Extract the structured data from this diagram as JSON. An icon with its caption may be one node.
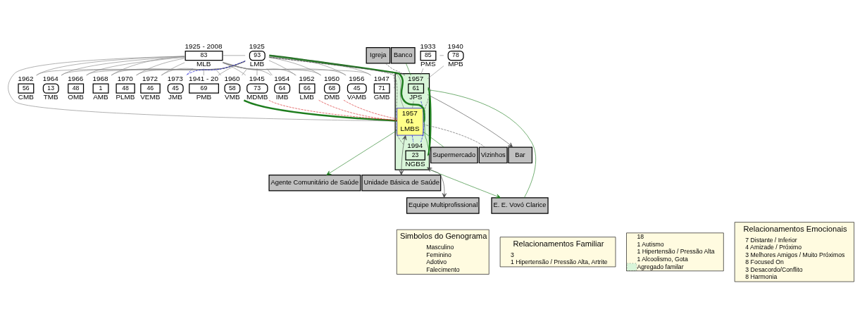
{
  "diagram": {
    "nodes": [
      {
        "text": [
          "85"
        ],
        "beside": [
          "1933",
          "PMS"
        ]
      },
      {
        "text": [
          "78"
        ],
        "beside": [
          "1940",
          "MPB"
        ]
      },
      {
        "text": [
          "83"
        ],
        "beside": [
          "1925 - 2008",
          "MLB"
        ]
      },
      {
        "text": [
          "93"
        ],
        "beside": [
          "1925",
          "LMB"
        ]
      },
      {
        "text": [],
        "shape": "box"
      },
      {
        "text": [
          "61"
        ],
        "beside": [
          "1957",
          "JPS"
        ],
        "in": 4
      },
      {
        "text": [
          "1957",
          "61",
          "LMBS"
        ],
        "in": 4
      },
      {
        "text": [
          "23"
        ],
        "beside": [
          "1994",
          "NGBS"
        ],
        "in": 4
      },
      {
        "text": [
          "69"
        ],
        "beside": [
          "1941 - 20",
          "PMB"
        ]
      },
      {
        "text": [
          "73"
        ],
        "beside": [
          "1945",
          "MDMB"
        ]
      },
      {
        "text": [
          "71"
        ],
        "beside": [
          "1947",
          "GMB"
        ]
      },
      {
        "text": [
          "68"
        ],
        "beside": [
          "1950",
          "DMB"
        ]
      },
      {
        "text": [
          "66"
        ],
        "beside": [
          "1952",
          "LMB"
        ]
      },
      {
        "text": [
          "64"
        ],
        "beside": [
          "1954",
          "IMB"
        ]
      },
      {
        "text": [
          "45"
        ],
        "beside": [
          "1956",
          "VAMB"
        ]
      },
      {
        "text": [
          "58"
        ],
        "beside": [
          "1960",
          "VMB"
        ]
      },
      {
        "text": [
          "56"
        ],
        "beside": [
          "1962",
          "CMB"
        ]
      },
      {
        "text": [
          "13"
        ],
        "beside": [
          "1964",
          "TMB"
        ]
      },
      {
        "text": [
          "48"
        ],
        "beside": [
          "1966",
          "OMB"
        ]
      },
      {
        "text": [
          "1"
        ],
        "beside": [
          "1968",
          "AMB"
        ]
      },
      {
        "text": [
          "48"
        ],
        "beside": [
          "1970",
          "PLMB"
        ]
      },
      {
        "text": [
          "46"
        ],
        "beside": [
          "1972",
          "VEMB"
        ]
      },
      {
        "text": [
          "45"
        ],
        "beside": [
          "1973",
          "JMB"
        ]
      },
      {
        "text": [
          "Igreja"
        ]
      },
      {
        "text": [
          "Bar"
        ]
      },
      {
        "text": [
          "Banco"
        ]
      },
      {
        "text": [
          "E. E. Vovó Clarice"
        ]
      },
      {
        "text": [
          "Equipe Multiprofissional"
        ]
      },
      {
        "text": [
          "Agente Comunitário de Saúde"
        ]
      },
      {
        "text": [
          "Unidade Básica de Saúde"
        ]
      },
      {
        "text": [
          "Vizinhos"
        ]
      },
      {
        "text": [
          "Supermercado"
        ]
      }
    ],
    "edges": [
      {
        "from": 0,
        "to": 1,
        "arrow": "none"
      },
      {
        "from": 0,
        "to": 5,
        "arrow": "none"
      },
      {
        "from": 1,
        "to": 5,
        "arrow": "none"
      },
      {
        "from": 2,
        "to": 3,
        "arrow": "none"
      },
      {
        "from": 2,
        "to": 8,
        "arrow": "none"
      },
      {
        "from": 3,
        "to": 8,
        "arrow": "none"
      },
      {
        "from": 2,
        "to": 9,
        "arrow": "none"
      },
      {
        "from": 3,
        "to": 9,
        "arrow": "none"
      },
      {
        "from": 2,
        "to": 10,
        "arrow": "none"
      },
      {
        "from": 3,
        "to": 10,
        "arrow": "none"
      },
      {
        "from": 2,
        "to": 11,
        "arrow": "none"
      },
      {
        "from": 3,
        "to": 11,
        "arrow": "none"
      },
      {
        "from": 2,
        "to": 12,
        "arrow": "none"
      },
      {
        "from": 3,
        "to": 12,
        "arrow": "none"
      },
      {
        "from": 2,
        "to": 13,
        "arrow": "none"
      },
      {
        "from": 3,
        "to": 13,
        "arrow": "none"
      },
      {
        "from": 2,
        "to": 14,
        "arrow": "none"
      },
      {
        "from": 3,
        "to": 14,
        "arrow": "none"
      },
      {
        "from": 2,
        "to": 6,
        "arrow": "none"
      },
      {
        "from": 3,
        "to": 6,
        "arrow": "none"
      },
      {
        "from": 2,
        "to": 15,
        "arrow": "none"
      },
      {
        "from": 3,
        "to": 15,
        "arrow": "none"
      },
      {
        "from": 2,
        "to": 16,
        "arrow": "none"
      },
      {
        "from": 3,
        "to": 16,
        "arrow": "none"
      },
      {
        "from": 2,
        "to": 17,
        "arrow": "none"
      },
      {
        "from": 3,
        "to": 17,
        "arrow": "none"
      },
      {
        "from": 2,
        "to": 18,
        "arrow": "none"
      },
      {
        "from": 3,
        "to": 18,
        "arrow": "none"
      },
      {
        "from": 2,
        "to": 19,
        "arrow": "none"
      },
      {
        "from": 3,
        "to": 19,
        "arrow": "none"
      },
      {
        "from": 2,
        "to": 20,
        "arrow": "none"
      },
      {
        "from": 3,
        "to": 20,
        "arrow": "none"
      },
      {
        "from": 2,
        "to": 21,
        "arrow": "none"
      },
      {
        "from": 3,
        "to": 21,
        "arrow": "none"
      },
      {
        "from": 2,
        "to": 22,
        "arrow": "none",
        "style": "dashed",
        "color": "#0000cc"
      },
      {
        "from": 3,
        "to": 22,
        "arrow": "none",
        "style": "dashed",
        "color": "#0000cc"
      },
      {
        "from": 5,
        "to": 6,
        "arrow": "none"
      },
      {
        "from": 5,
        "to": 7,
        "arrow": "none",
        "style": "dashed",
        "color": "#0000cc"
      },
      {
        "from": 6,
        "to": 7,
        "arrow": "none",
        "style": "dashed",
        "color": "#0000cc"
      },
      {
        "from": 23,
        "to": 5,
        "arrow": "none",
        "style": "dashed",
        "color": "#555555"
      },
      {
        "from": 5,
        "to": 24,
        "arrow": "to",
        "color": "#444444"
      },
      {
        "from": 25,
        "to": 5,
        "arrow": "none",
        "color": "#1e7d1e"
      },
      {
        "from": 5,
        "to": 26,
        "arrow": "none",
        "color": "#1e7d1e"
      },
      {
        "from": 5,
        "to": 7,
        "arrow": "none",
        "style": "thick",
        "color": "#1e7d1e"
      },
      {
        "from": 5,
        "to": 3,
        "arrow": "none",
        "style": "dashed",
        "color": "#555555"
      },
      {
        "from": 5,
        "to": 6,
        "arrow": "none",
        "style": "dashed",
        "color": "#555555"
      },
      {
        "from": 9,
        "to": 6,
        "arrow": "none",
        "style": "dashed",
        "color": "#d62020"
      },
      {
        "from": 11,
        "to": 6,
        "arrow": "none",
        "style": "dashed",
        "color": "#d62020"
      },
      {
        "from": 12,
        "to": 6,
        "arrow": "none",
        "style": "dashed",
        "color": "#d62020"
      },
      {
        "from": 10,
        "to": 3,
        "arrow": "none",
        "style": "dashed",
        "color": "#555555"
      },
      {
        "from": 7,
        "to": 3,
        "arrow": "none",
        "style": "dashed",
        "color": "#555555"
      },
      {
        "from": 6,
        "to": 15,
        "arrow": "none",
        "style": "thick",
        "color": "#1e7d1e"
      },
      {
        "from": 6,
        "to": 3,
        "arrow": "none",
        "style": "thick",
        "color": "#1e7d1e"
      },
      {
        "from": 6,
        "to": 31,
        "arrow": "none",
        "color": "#1e7d1e"
      },
      {
        "from": 6,
        "to": 28,
        "arrow": "to",
        "color": "#1e7d1e"
      },
      {
        "from": 6,
        "to": 29,
        "arrow": "both",
        "color": "#444444"
      },
      {
        "from": 6,
        "to": 30,
        "arrow": "none",
        "style": "dashed",
        "color": "#555555"
      },
      {
        "from": 7,
        "to": 26,
        "arrow": "to",
        "color": "#1e7d1e"
      },
      {
        "from": 7,
        "to": 27,
        "arrow": "both",
        "color": "#444444"
      },
      {
        "from": 7,
        "to": 6,
        "arrow": "none",
        "color": "#1e7d1e"
      }
    ],
    "labels": [
      "Simbolos do Genograma",
      "Relacionamentos Familiar",
      "Relacionamentos Emocionais"
    ],
    "legend": [
      {
        "text": "Masculino"
      },
      {
        "text": "Feminino"
      },
      {
        "text": "Adotivo"
      },
      {
        "text": "Falecimento"
      },
      {
        "text": "3"
      },
      {
        "text": "1 Hipertensão / Pressão Alta, Artrite"
      },
      {
        "text": "18"
      },
      {
        "text": "1 Autismo"
      },
      {
        "text": "1 Hipertensão / Pressão Alta"
      },
      {
        "text": "1 Alcoolismo, Gota"
      },
      {
        "text": "Agregado familar",
        "color": "#d9f5d9"
      },
      {
        "text": "7 Distante / Inferior"
      },
      {
        "text": "4 Amizade / Próximo"
      },
      {
        "text": "3 Melhores Amigos / Muito Próximos"
      },
      {
        "text": "8 Focused On"
      },
      {
        "text": "3 Desacordo/Conflito"
      },
      {
        "text": "8 Harmonia"
      }
    ]
  }
}
